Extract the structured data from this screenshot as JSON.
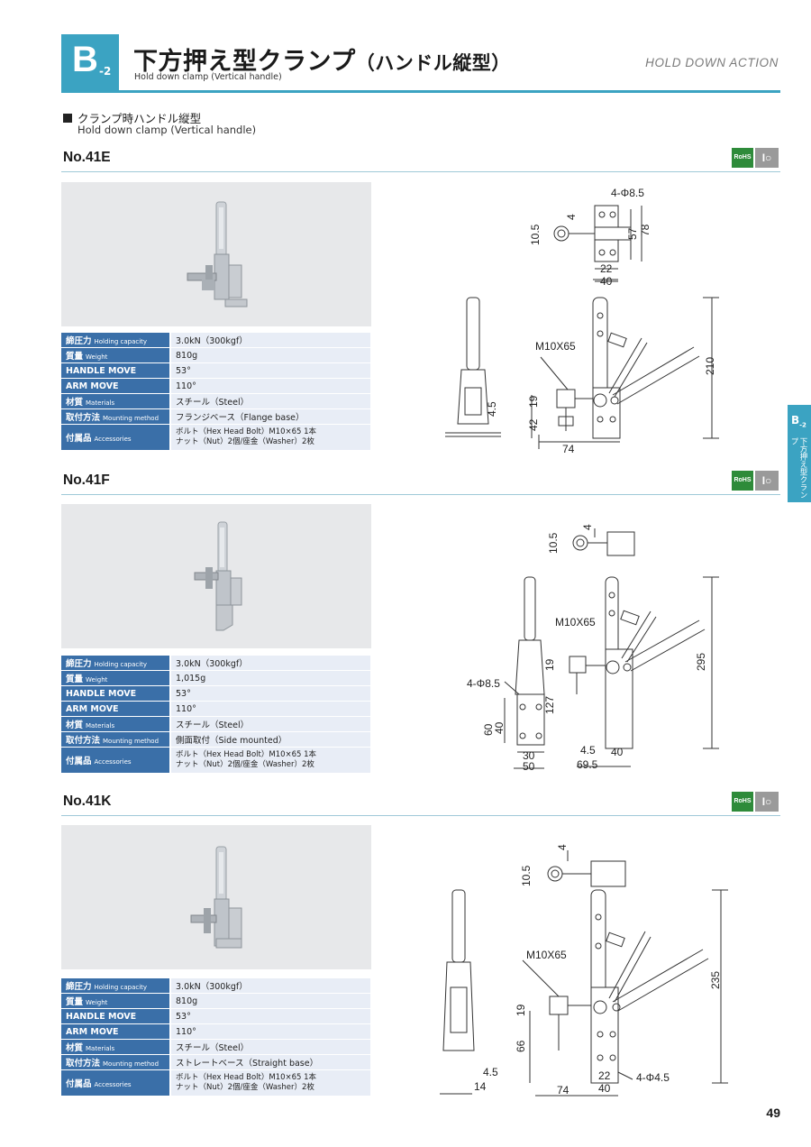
{
  "header": {
    "section_letter": "B",
    "section_sub": "-2",
    "title_main": "下方押え型クランプ",
    "title_paren": "（ハンドル縦型）",
    "subtitle": "Hold down clamp (Vertical handle)",
    "action_label": "HOLD DOWN ACTION"
  },
  "category": {
    "heading": "クランプ時ハンドル縦型",
    "heading_en": "Hold down clamp (Vertical handle)"
  },
  "badges": {
    "rohs": "RoHS",
    "io": "I○"
  },
  "side_tab": {
    "code": "B",
    "code_sub": "-2",
    "text": "下方押え型クランプ"
  },
  "spec_labels": {
    "holding_capacity": "締圧力",
    "holding_capacity_en": "Holding capacity",
    "weight": "質量",
    "weight_en": "Weight",
    "handle_move": "HANDLE MOVE",
    "arm_move": "ARM MOVE",
    "materials": "材質",
    "materials_en": "Materials",
    "mounting": "取付方法",
    "mounting_en": "Mounting method",
    "accessories": "付属品",
    "accessories_en": "Accessories"
  },
  "products": [
    {
      "model": "No.41E",
      "specs": {
        "holding_capacity": "3.0kN（300kgf）",
        "weight": "810g",
        "handle_move": "53°",
        "arm_move": "110°",
        "materials": "スチール（Steel）",
        "mounting": "フランジベース（Flange base）",
        "accessories_1": "ボルト（Hex Head Bolt）M10×65 1本",
        "accessories_2": "ナット（Nut）2個/座金（Washer）2枚"
      },
      "dims": {
        "holes": "4-Φ8.5",
        "d4": "4",
        "d10_5": "10.5",
        "d57": "57",
        "d78": "78",
        "d22": "22",
        "d40": "40",
        "bolt": "M10X65",
        "d19": "19",
        "d42": "42",
        "d4_5": "4.5",
        "d74": "74",
        "d210": "210"
      }
    },
    {
      "model": "No.41F",
      "specs": {
        "holding_capacity": "3.0kN（300kgf）",
        "weight": "1,015g",
        "handle_move": "53°",
        "arm_move": "110°",
        "materials": "スチール（Steel）",
        "mounting": "側面取付（Side mounted）",
        "accessories_1": "ボルト（Hex Head Bolt）M10×65 1本",
        "accessories_2": "ナット（Nut）2個/座金（Washer）2枚"
      },
      "dims": {
        "d4": "4",
        "d10_5": "10.5",
        "bolt": "M10X65",
        "d19": "19",
        "holes": "4-Φ8.5",
        "d127": "127",
        "d60": "60",
        "d40a": "40",
        "d30": "30",
        "d50": "50",
        "d4_5": "4.5",
        "d40b": "40",
        "d69_5": "69.5",
        "d295": "295"
      }
    },
    {
      "model": "No.41K",
      "specs": {
        "holding_capacity": "3.0kN（300kgf）",
        "weight": "810g",
        "handle_move": "53°",
        "arm_move": "110°",
        "materials": "スチール（Steel）",
        "mounting": "ストレートベース（Straight base）",
        "accessories_1": "ボルト（Hex Head Bolt）M10×65 1本",
        "accessories_2": "ナット（Nut）2個/座金（Washer）2枚"
      },
      "dims": {
        "d4": "4",
        "d10_5": "10.5",
        "bolt": "M10X65",
        "d19": "19",
        "d66": "66",
        "d4_5": "4.5",
        "d14": "14",
        "d74": "74",
        "d22": "22",
        "d40": "40",
        "holes": "4-Φ4.5",
        "d235": "235"
      }
    }
  ],
  "page_number": "49"
}
